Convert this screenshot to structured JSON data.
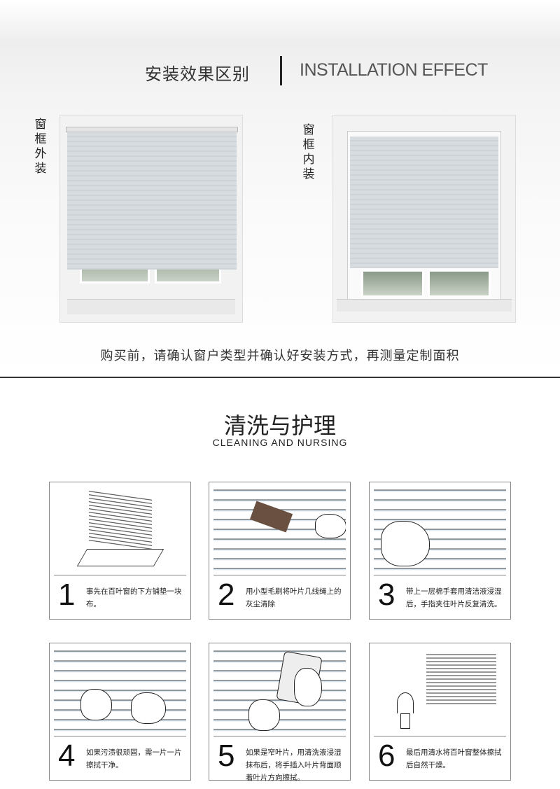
{
  "install": {
    "title_cn": "安装效果区别",
    "title_en": "INSTALLATION EFFECT",
    "outside_label": "窗框外装",
    "inside_label": "窗框内装",
    "caption": "购买前，请确认窗户类型并确认好安装方式，再测量定制面积"
  },
  "cleaning": {
    "title_cn": "清洗与护理",
    "title_en": "CLEANING AND NURSING",
    "steps": [
      {
        "num": "1",
        "text": "事先在百叶窗的下方铺垫一块布。"
      },
      {
        "num": "2",
        "text": "用小型毛刷将叶片几线绳上的灰尘清除"
      },
      {
        "num": "3",
        "text": "带上一层棉手套用清洁液浸湿后，手指夹住叶片反复清洗。"
      },
      {
        "num": "4",
        "text": "如果污渍很顽固，需一片一片擦拭干净。"
      },
      {
        "num": "5",
        "text": "如果是窄叶片，用清洗液浸湿抹布后，将手插入叶片背面顺着叶片方向擦拭。"
      },
      {
        "num": "6",
        "text": "最后用清水将百叶窗整体擦拭后自然干燥。"
      }
    ]
  }
}
